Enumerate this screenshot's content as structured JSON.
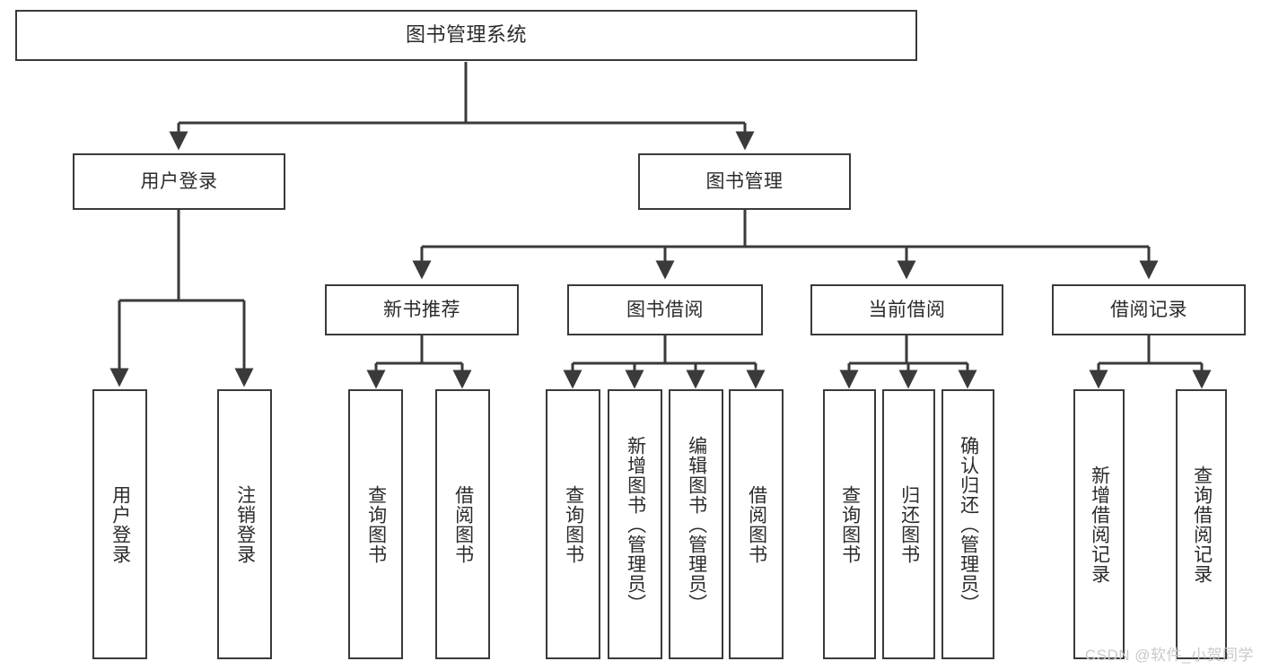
{
  "diagram": {
    "title": "图书管理系统",
    "type": "functional-structure-tree",
    "watermark": "CSDN @软件_小贺同学",
    "accent_color": "#3a3a3a",
    "background_color": "#ffffff"
  },
  "nodes": {
    "root": {
      "label": "图书管理系统"
    },
    "level2": [
      {
        "id": "user-login",
        "label": "用户登录"
      },
      {
        "id": "book-management",
        "label": "图书管理"
      }
    ],
    "level3": [
      {
        "id": "new-book-recommend",
        "label": "新书推荐"
      },
      {
        "id": "book-borrow",
        "label": "图书借阅"
      },
      {
        "id": "current-borrow",
        "label": "当前借阅"
      },
      {
        "id": "borrow-record",
        "label": "借阅记录"
      }
    ],
    "leaves": {
      "user-login": [
        {
          "id": "leaf-user-login",
          "label": "用户登录"
        },
        {
          "id": "leaf-logout-login",
          "label": "注销登录"
        }
      ],
      "new-book-recommend": [
        {
          "id": "leaf-query-book-1",
          "label": "查询图书"
        },
        {
          "id": "leaf-borrow-book-1",
          "label": "借阅图书"
        }
      ],
      "book-borrow": [
        {
          "id": "leaf-query-book-2",
          "label": "查询图书"
        },
        {
          "id": "leaf-add-book",
          "label": "新增图书（管理员）"
        },
        {
          "id": "leaf-edit-book",
          "label": "编辑图书（管理员）"
        },
        {
          "id": "leaf-borrow-book-2",
          "label": "借阅图书"
        }
      ],
      "current-borrow": [
        {
          "id": "leaf-query-book-3",
          "label": "查询图书"
        },
        {
          "id": "leaf-return-book",
          "label": "归还图书"
        },
        {
          "id": "leaf-confirm-return",
          "label": "确认归还（管理员）"
        }
      ],
      "borrow-record": [
        {
          "id": "leaf-add-record",
          "label": "新增借阅记录"
        },
        {
          "id": "leaf-query-record",
          "label": "查询借阅记录"
        }
      ]
    }
  }
}
